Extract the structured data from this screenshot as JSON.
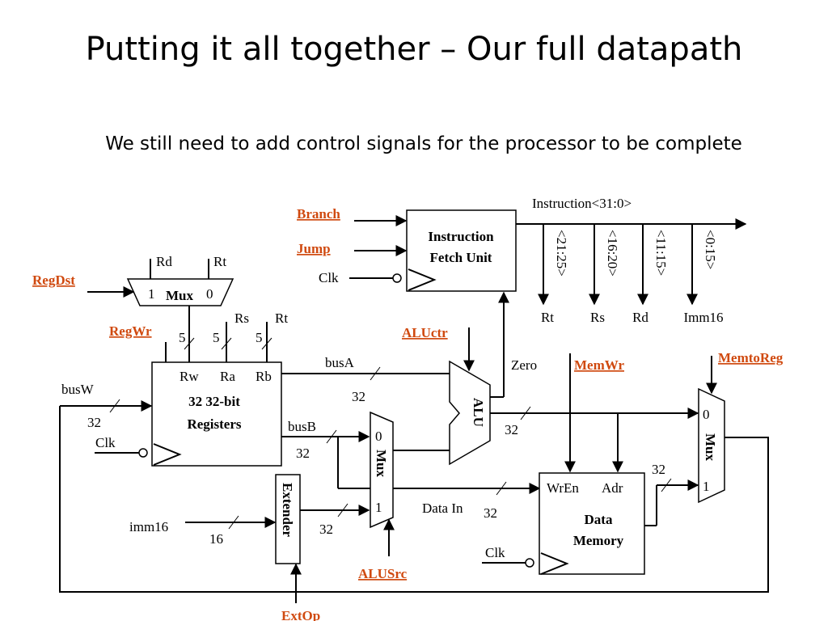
{
  "title": "Putting it all together – Our full datapath",
  "subtitle": "We still need to add control signals for the processor to be complete",
  "control_signals": {
    "branch": "Branch",
    "jump": "Jump",
    "regdst": "RegDst",
    "regwr": "RegWr",
    "aluctr": "ALUctr",
    "memwr": "MemWr",
    "memtoreg": "MemtoReg",
    "alusrc": "ALUSrc",
    "extop": "ExtOp"
  },
  "ifu": {
    "line1": "Instruction",
    "line2": "Fetch Unit",
    "clk": "Clk",
    "instruction": "Instruction<31:0>",
    "field_labels": [
      "<21:25>",
      "<16:20>",
      "<11:15>",
      "<0:15>"
    ],
    "field_outputs": [
      "Rt",
      "Rs",
      "Rd",
      "Imm16"
    ]
  },
  "regdst_mux": {
    "label": "Mux",
    "in1": "1",
    "in0": "0",
    "top_left": "Rd",
    "top_right": "Rt"
  },
  "registers": {
    "line1": "32 32-bit",
    "line2": "Registers",
    "ports": [
      "Rw",
      "Ra",
      "Rb"
    ],
    "bus_w": "busW",
    "clk": "Clk",
    "width_w": "32",
    "addr_widths": [
      "5",
      "5",
      "5"
    ],
    "top_labels": [
      "Rs",
      "Rt"
    ]
  },
  "buses": {
    "bus_a": "busA",
    "bus_b": "busB",
    "width_a": "32",
    "width_b": "32",
    "width_alu_out": "32",
    "zero": "Zero",
    "data_in": "Data In",
    "width_data_in": "32",
    "width_mem_out": "32"
  },
  "alu": {
    "label": "ALU"
  },
  "alusrc_mux": {
    "label": "Mux",
    "in0": "0",
    "in1": "1"
  },
  "extender": {
    "label": "Extender",
    "imm16": "imm16",
    "width_in": "16",
    "width_out": "32"
  },
  "data_memory": {
    "line1": "Data",
    "line2": "Memory",
    "wren": "WrEn",
    "adr": "Adr",
    "clk": "Clk"
  },
  "memtoreg_mux": {
    "label": "Mux",
    "in0": "0",
    "in1": "1"
  }
}
